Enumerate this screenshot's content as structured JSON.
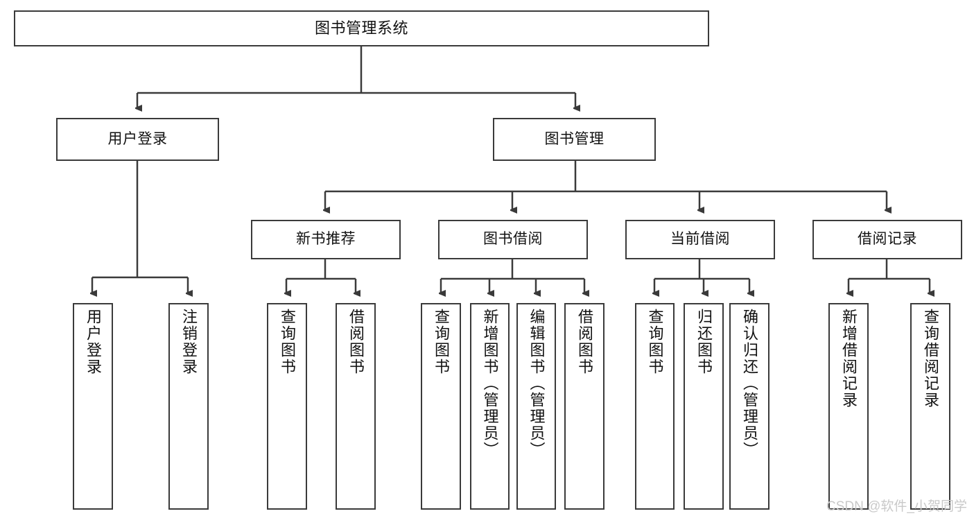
{
  "diagram": {
    "type": "tree-hierarchy",
    "title": "图书管理系统",
    "watermark": "CSDN @软件_小贺同学",
    "colors": {
      "box_border": "#3a3a3a",
      "box_fill": "#ffffff",
      "edge": "#3a3a3a",
      "text": "#111111",
      "watermark": "#c9c9c9",
      "background": "#ffffff"
    },
    "nodes": {
      "root": {
        "label": "图书管理系统"
      },
      "level2": [
        {
          "label": "用户登录"
        },
        {
          "label": "图书管理"
        }
      ],
      "level3": [
        {
          "label": "新书推荐"
        },
        {
          "label": "图书借阅"
        },
        {
          "label": "当前借阅"
        },
        {
          "label": "借阅记录"
        }
      ],
      "leaves_user_login": [
        {
          "label": "用户登录"
        },
        {
          "label": "注销登录"
        }
      ],
      "leaves_new_book": [
        {
          "label": "查询图书"
        },
        {
          "label": "借阅图书"
        }
      ],
      "leaves_borrow_book": [
        {
          "label": "查询图书"
        },
        {
          "label": "新增图书（管理员）"
        },
        {
          "label": "编辑图书（管理员）"
        },
        {
          "label": "借阅图书"
        }
      ],
      "leaves_current_borrow": [
        {
          "label": "查询图书"
        },
        {
          "label": "归还图书"
        },
        {
          "label": "确认归还（管理员）"
        }
      ],
      "leaves_borrow_record": [
        {
          "label": "新增借阅记录"
        },
        {
          "label": "查询借阅记录"
        }
      ]
    }
  }
}
